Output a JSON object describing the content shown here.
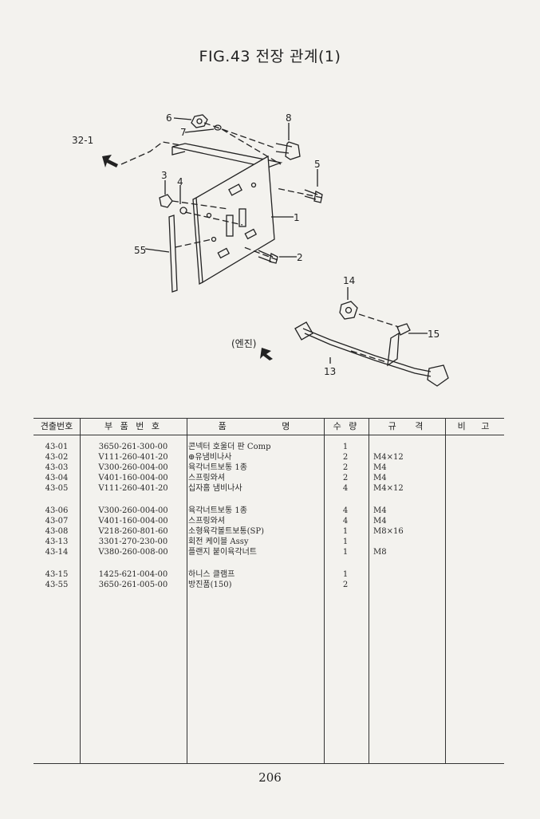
{
  "figure": {
    "title": "FIG.43 전장 관계(1)",
    "labels": {
      "ref_32_1": "32-1",
      "n1": "1",
      "n2": "2",
      "n3": "3",
      "n4": "4",
      "n5": "5",
      "n6": "6",
      "n7": "7",
      "n8": "8",
      "n13": "13",
      "n14": "14",
      "n15": "15",
      "n55": "55",
      "engine": "(엔진)"
    }
  },
  "table": {
    "headers": {
      "ref": "견출번호",
      "part": "부 품 번 호",
      "name": "품 명",
      "qty": "수 량",
      "spec": "규 격",
      "note": "비 고"
    },
    "rows": [
      {
        "ref": "43-01",
        "part": "3650-261-300-00",
        "name": "콘넥터 호울더 판 Comp",
        "qty": "1",
        "spec": ""
      },
      {
        "ref": "43-02",
        "part": "V111-260-401-20",
        "name": "⊕유냄비나사",
        "qty": "2",
        "spec": "M4×12"
      },
      {
        "ref": "43-03",
        "part": "V300-260-004-00",
        "name": "육각너트보통 1종",
        "qty": "2",
        "spec": "M4"
      },
      {
        "ref": "43-04",
        "part": "V401-160-004-00",
        "name": "스프링와셔",
        "qty": "2",
        "spec": "M4"
      },
      {
        "ref": "43-05",
        "part": "V111-260-401-20",
        "name": "십자홈 냄비나사",
        "qty": "4",
        "spec": "M4×12"
      },
      {
        "ref": "43-06",
        "part": "V300-260-004-00",
        "name": "육각너트보통 1종",
        "qty": "4",
        "spec": "M4"
      },
      {
        "ref": "43-07",
        "part": "V401-160-004-00",
        "name": "스프링와셔",
        "qty": "4",
        "spec": "M4"
      },
      {
        "ref": "43-08",
        "part": "V218-260-801-60",
        "name": "소형육각볼트보통(SP)",
        "qty": "1",
        "spec": "M8×16"
      },
      {
        "ref": "43-13",
        "part": "3301-270-230-00",
        "name": "회전 케이블 Assy",
        "qty": "1",
        "spec": ""
      },
      {
        "ref": "43-14",
        "part": "V380-260-008-00",
        "name": "플랜지 붙이육각너트",
        "qty": "1",
        "spec": "M8"
      },
      {
        "ref": "43-15",
        "part": "1425-621-004-00",
        "name": "하니스 클램프",
        "qty": "1",
        "spec": ""
      },
      {
        "ref": "43-55",
        "part": "3650-261-005-00",
        "name": "방진품(150)",
        "qty": "2",
        "spec": ""
      }
    ]
  },
  "page_number": "206"
}
